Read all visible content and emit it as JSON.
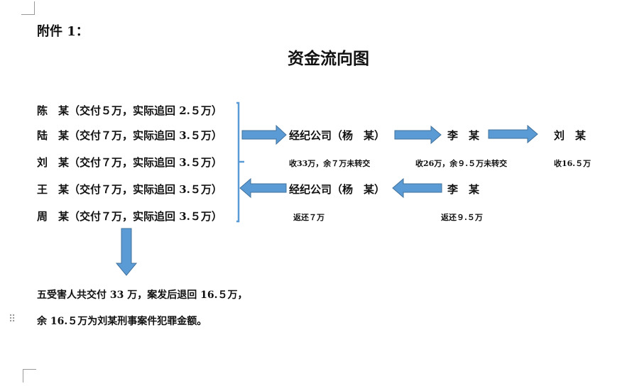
{
  "attachment_label": "附件 1：",
  "title": "资金流向图",
  "victims": [
    "陈　某（交付５万，实际追回 2.５万）",
    "陆　某（交付７万，实际追回 3.５万）",
    "刘　某（交付７万，实际追回 3.５万）",
    "王　某（交付７万，实际追回 3.５万）",
    "周　某（交付７万，实际追回 3.５万）"
  ],
  "flow_forward": {
    "nodes": [
      "经纪公司（杨　某）",
      "李　某",
      "刘　某"
    ],
    "notes": [
      "收33万，余７万未转交",
      "收26万，余９.５万未转交",
      "收16.５万"
    ]
  },
  "flow_back": {
    "nodes": [
      "经纪公司（杨　某）",
      "李　某"
    ],
    "notes": [
      "返还７万",
      "返还９.５万"
    ]
  },
  "summary": [
    "五受害人共交付 33 万，案发后退回 16.５万，",
    "余 16.５万为刘某刑事案件犯罪金额。"
  ],
  "colors": {
    "arrow": "#5b9bd5",
    "arrow_border": "#41719c",
    "brace": "#5b9bd5"
  }
}
